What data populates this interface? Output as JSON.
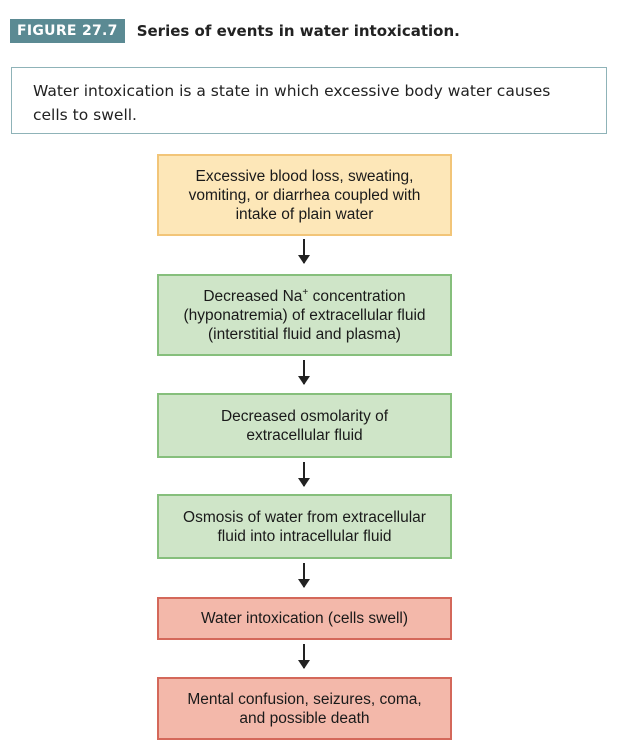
{
  "figure": {
    "label": "FIGURE 27.7",
    "title": "Series of events in water intoxication."
  },
  "summary": "Water intoxication is a state in which excessive body water causes cells to swell.",
  "steps": [
    {
      "text": "Excessive blood loss, sweating,\nvomiting, or diarrhea coupled with\nintake of plain water",
      "tone": "yellow"
    },
    {
      "text_before": "Decreased Na",
      "superscript": "+",
      "text_after": " concentration\n(hyponatremia) of extracellular fluid\n(interstitial fluid and plasma)",
      "tone": "green"
    },
    {
      "text": "Decreased osmolarity of\nextracellular fluid",
      "tone": "green"
    },
    {
      "text": "Osmosis of water from extracellular\nfluid into intracellular fluid",
      "tone": "green"
    },
    {
      "text": "Water intoxication (cells swell)",
      "tone": "red"
    },
    {
      "text": "Mental confusion, seizures, coma,\nand possible death",
      "tone": "red"
    }
  ],
  "colors": {
    "label_bg": "#5b8a93",
    "summary_border": "#8fb3b8",
    "yellow_fill": "#fde7b8",
    "green_fill": "#cfe5c8",
    "red_fill": "#f3b8aa",
    "shadow": "#c9c9c9"
  }
}
